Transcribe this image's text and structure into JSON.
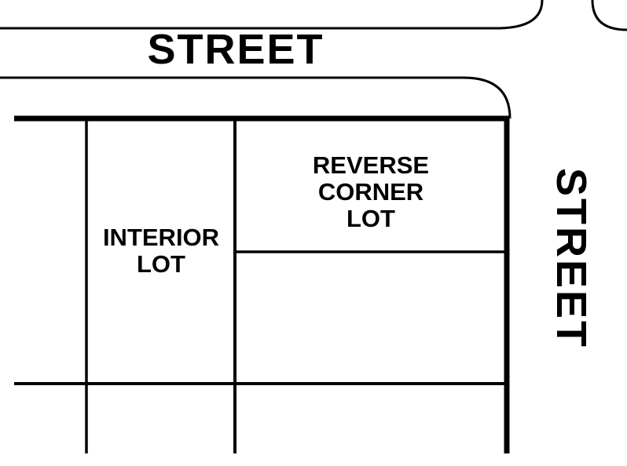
{
  "diagram": {
    "title": "Street and lot layout diagram",
    "streets": {
      "top": {
        "label": "STREET"
      },
      "right": {
        "label": "STREET"
      }
    },
    "lots": {
      "interior": {
        "label": "INTERIOR\nLOT"
      },
      "reverse_corner": {
        "label": "REVERSE\nCORNER\nLOT"
      }
    },
    "colors": {
      "line": "#000000",
      "background": "#ffffff"
    }
  }
}
